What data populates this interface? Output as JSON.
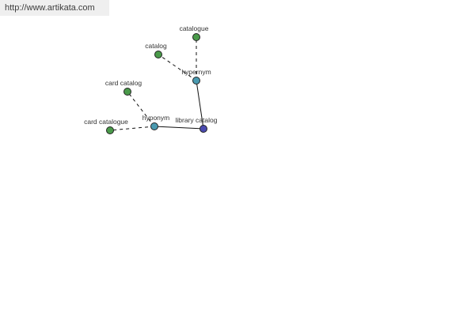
{
  "header": {
    "url": "http://www.artikata.com"
  },
  "colors": {
    "leaf": "#4a9a4a",
    "relation": "#4a9ab0",
    "root": "#4a4ab0",
    "edge": "#111111"
  },
  "nodes": {
    "library_catalog": {
      "label": "library catalog",
      "type": "root"
    },
    "hypernym": {
      "label": "hypernym",
      "type": "relation"
    },
    "hyponym": {
      "label": "hyponym",
      "type": "relation"
    },
    "catalogue": {
      "label": "catalogue",
      "type": "leaf"
    },
    "catalog": {
      "label": "catalog",
      "type": "leaf"
    },
    "card_catalog": {
      "label": "card catalog",
      "type": "leaf"
    },
    "card_catalogue": {
      "label": "card catalogue",
      "type": "leaf"
    }
  },
  "edges": [
    {
      "from": "library_catalog",
      "to": "hypernym",
      "style": "solid"
    },
    {
      "from": "library_catalog",
      "to": "hyponym",
      "style": "solid"
    },
    {
      "from": "hypernym",
      "to": "catalogue",
      "style": "dashed"
    },
    {
      "from": "hypernym",
      "to": "catalog",
      "style": "dashed"
    },
    {
      "from": "hyponym",
      "to": "card_catalog",
      "style": "dashed"
    },
    {
      "from": "hyponym",
      "to": "card_catalogue",
      "style": "dashed"
    }
  ]
}
